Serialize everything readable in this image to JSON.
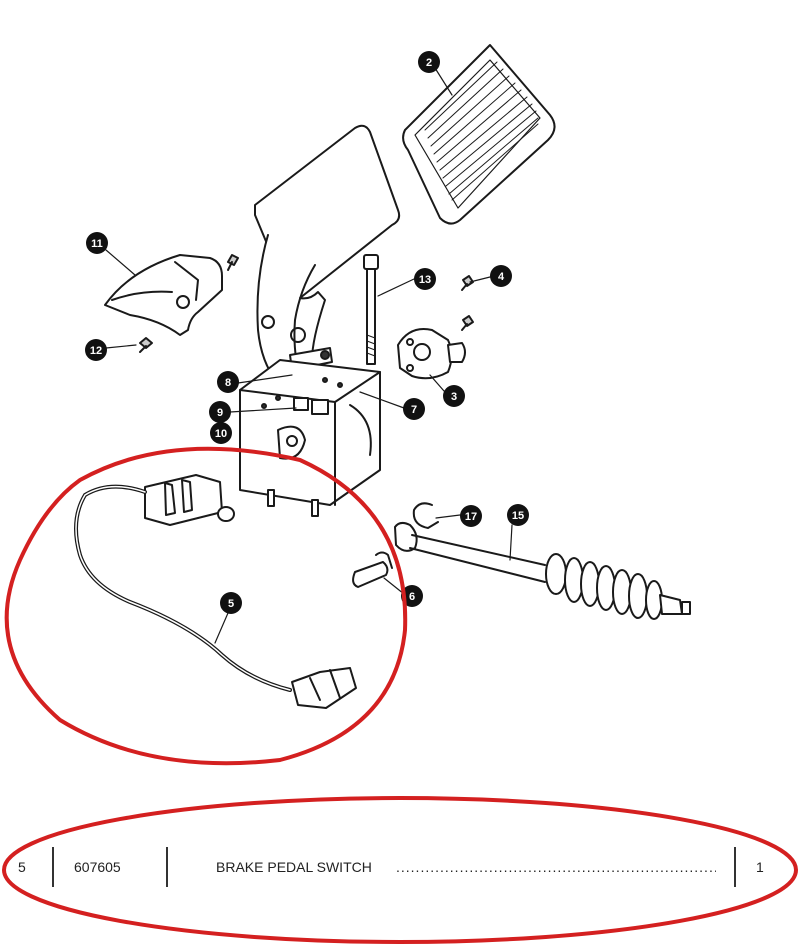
{
  "callouts": [
    {
      "number": "2"
    },
    {
      "number": "11"
    },
    {
      "number": "4"
    },
    {
      "number": "13"
    },
    {
      "number": "12"
    },
    {
      "number": "8"
    },
    {
      "number": "3"
    },
    {
      "number": "7"
    },
    {
      "number": "9"
    },
    {
      "number": "10"
    },
    {
      "number": "17"
    },
    {
      "number": "15"
    },
    {
      "number": "5"
    },
    {
      "number": "6"
    }
  ],
  "parts_row": {
    "item": "5",
    "part_number": "607605",
    "description": "BRAKE PEDAL SWITCH",
    "leader": "......................................................................................",
    "quantity": "1"
  },
  "highlight_color": "#d42020"
}
